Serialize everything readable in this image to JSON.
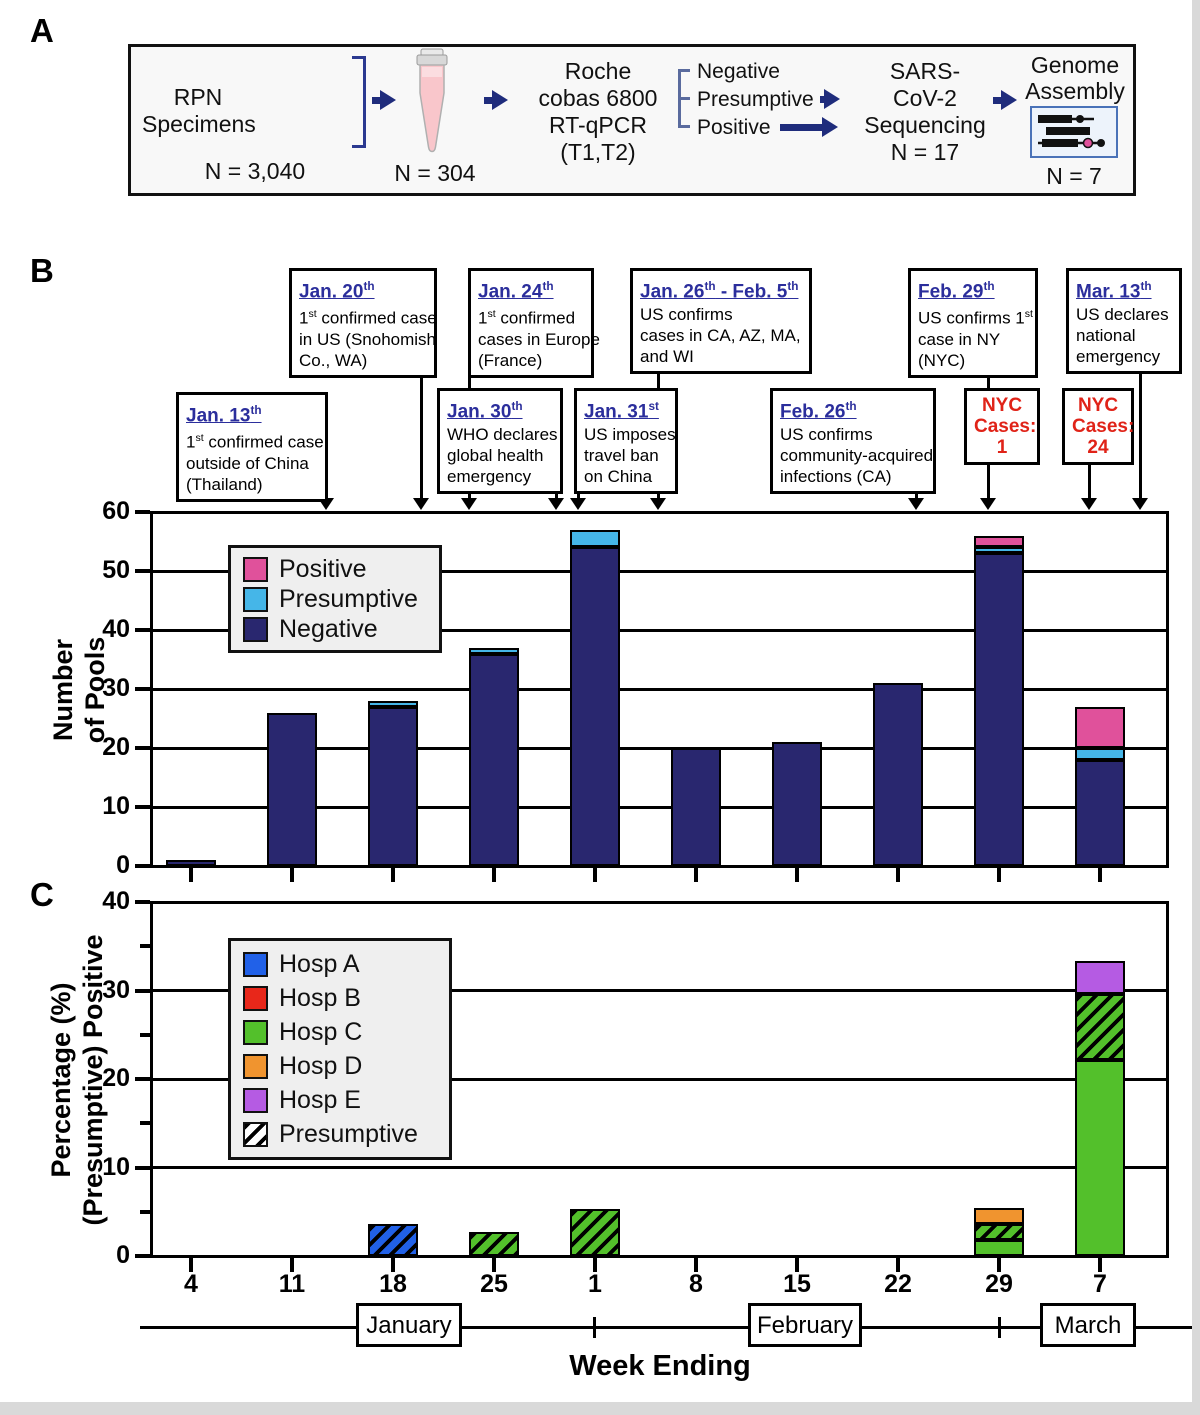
{
  "figure": {
    "panel_labels": {
      "a": "A",
      "b": "B",
      "c": "C"
    }
  },
  "panel_a": {
    "specimens_label": "RPN\nSpecimens",
    "specimens_n": "N = 3,040",
    "pool_n": "N = 304",
    "pcr_block": "Roche\ncobas 6800\nRT-qPCR\n(T1,T2)",
    "results": [
      "Negative",
      "Presumptive",
      "Positive"
    ],
    "sequencing_block": "SARS-\nCoV-2\nSequencing\nN = 17",
    "assembly_title": "Genome\nAssembly",
    "assembly_n": "N = 7",
    "icons": {
      "specimen_pool": "circle-cluster-icon",
      "tube": "sample-tube-icon",
      "assembly": "genome-assembly-icon"
    }
  },
  "timeline": {
    "boxes": [
      {
        "id": "jan13",
        "date": "Jan. 13^th^",
        "body": "1^st^ confirmed case\noutside of China\n(Thailand)",
        "style": "normal"
      },
      {
        "id": "jan20",
        "date": "Jan. 20^th^",
        "body": "1^st^ confirmed case\nin US (Snohomish\nCo., WA)",
        "style": "normal"
      },
      {
        "id": "jan24",
        "date": "Jan. 24^th^",
        "body": "1^st^ confirmed\ncases in Europe\n(France)",
        "style": "normal"
      },
      {
        "id": "jan26",
        "date": "Jan. 26^th^ - Feb. 5^th^",
        "body": "US confirms\ncases in CA, AZ, MA,\nand WI",
        "style": "normal"
      },
      {
        "id": "jan30",
        "date": "Jan. 30^th^",
        "body": "WHO declares\nglobal health\nemergency",
        "style": "normal"
      },
      {
        "id": "jan31",
        "date": "Jan. 31^st^",
        "body": "US imposes\ntravel ban\non China",
        "style": "normal"
      },
      {
        "id": "feb26",
        "date": "Feb. 26^th^",
        "body": "US confirms\ncommunity-acquired\ninfections (CA)",
        "style": "normal"
      },
      {
        "id": "feb29",
        "date": "Feb. 29^th^",
        "body": "US confirms 1^st^\ncase in NY\n(NYC)",
        "style": "normal"
      },
      {
        "id": "mar13",
        "date": "Mar. 13^th^",
        "body": "US declares\nnational\nemergency",
        "style": "normal"
      },
      {
        "id": "nyc1",
        "date": "",
        "body": "NYC\nCases:\n1",
        "style": "alert"
      },
      {
        "id": "nyc24",
        "date": "",
        "body": "NYC\nCases:\n24",
        "style": "alert"
      }
    ]
  },
  "chart_data": [
    {
      "panel": "B",
      "type": "bar",
      "stacked": true,
      "title": "",
      "ylabel": "Number\nof Pools",
      "xlabel": "Week Ending",
      "ylim": [
        0,
        60
      ],
      "yticks": [
        0,
        10,
        20,
        30,
        40,
        50,
        60
      ],
      "grid": true,
      "legend_position": "upper left",
      "categories": [
        "4",
        "11",
        "18",
        "25",
        "1",
        "8",
        "15",
        "22",
        "29",
        "7"
      ],
      "series": [
        {
          "name": "Negative",
          "color": "#29276F",
          "values": [
            1,
            26,
            27,
            36,
            54,
            20,
            21,
            31,
            53,
            18
          ]
        },
        {
          "name": "Presumptive",
          "color": "#45B6E8",
          "values": [
            0,
            0,
            1,
            1,
            3,
            0,
            0,
            0,
            1,
            2
          ]
        },
        {
          "name": "Positive",
          "color": "#E0519B",
          "values": [
            0,
            0,
            0,
            0,
            0,
            0,
            0,
            0,
            2,
            7
          ]
        }
      ],
      "legend": [
        {
          "label": "Positive",
          "color": "#E0519B",
          "hatch": false
        },
        {
          "label": "Presumptive",
          "color": "#45B6E8",
          "hatch": false
        },
        {
          "label": "Negative",
          "color": "#29276F",
          "hatch": false
        }
      ]
    },
    {
      "panel": "C",
      "type": "bar",
      "stacked": true,
      "title": "",
      "ylabel": "Percentage (%)\n(Presumptive) Positive",
      "xlabel": "Week Ending",
      "ylim": [
        0,
        40
      ],
      "yticks": [
        0,
        10,
        20,
        30,
        40
      ],
      "yticks_minor": [
        5,
        15,
        25,
        35
      ],
      "grid": true,
      "legend_position": "upper left",
      "categories": [
        "4",
        "11",
        "18",
        "25",
        "1",
        "8",
        "15",
        "22",
        "29",
        "7"
      ],
      "hospital_colors": {
        "Hosp A": "#2161E8",
        "Hosp B": "#E8271A",
        "Hosp C": "#53C02B",
        "Hosp D": "#F0942F",
        "Hosp E": "#B55BE3"
      },
      "bars": [
        {
          "week": "4",
          "segments": []
        },
        {
          "week": "11",
          "segments": []
        },
        {
          "week": "18",
          "segments": [
            {
              "hospital": "Hosp A",
              "presumptive": true,
              "value": 3.6
            }
          ]
        },
        {
          "week": "25",
          "segments": [
            {
              "hospital": "Hosp C",
              "presumptive": true,
              "value": 2.7
            }
          ]
        },
        {
          "week": "1",
          "segments": [
            {
              "hospital": "Hosp C",
              "presumptive": true,
              "value": 5.3
            }
          ]
        },
        {
          "week": "8",
          "segments": []
        },
        {
          "week": "15",
          "segments": []
        },
        {
          "week": "22",
          "segments": []
        },
        {
          "week": "29",
          "segments": [
            {
              "hospital": "Hosp C",
              "presumptive": false,
              "value": 1.8
            },
            {
              "hospital": "Hosp C",
              "presumptive": true,
              "value": 1.8
            },
            {
              "hospital": "Hosp D",
              "presumptive": false,
              "value": 1.8
            }
          ]
        },
        {
          "week": "7",
          "segments": [
            {
              "hospital": "Hosp C",
              "presumptive": false,
              "value": 22.2
            },
            {
              "hospital": "Hosp C",
              "presumptive": true,
              "value": 7.4
            },
            {
              "hospital": "Hosp E",
              "presumptive": false,
              "value": 3.7
            }
          ]
        }
      ],
      "legend": [
        {
          "label": "Hosp A",
          "color": "#2161E8",
          "hatch": false
        },
        {
          "label": "Hosp B",
          "color": "#E8271A",
          "hatch": false
        },
        {
          "label": "Hosp C",
          "color": "#53C02B",
          "hatch": false
        },
        {
          "label": "Hosp D",
          "color": "#F0942F",
          "hatch": false
        },
        {
          "label": "Hosp E",
          "color": "#B55BE3",
          "hatch": false
        },
        {
          "label": "Presumptive",
          "color": "#ffffff",
          "hatch": true
        }
      ]
    }
  ],
  "axis": {
    "week_labels": [
      "4",
      "11",
      "18",
      "25",
      "1",
      "8",
      "15",
      "22",
      "29",
      "7"
    ],
    "months": [
      "January",
      "February",
      "March"
    ],
    "x_title": "Week Ending"
  }
}
